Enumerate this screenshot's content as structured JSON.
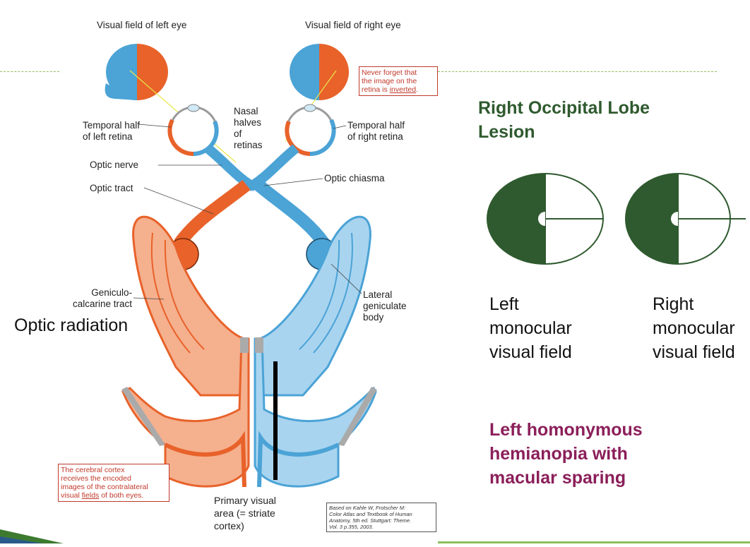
{
  "diagram": {
    "visual_field_left_eye": "Visual field of left eye",
    "visual_field_right_eye": "Visual field of right eye",
    "warning_box": {
      "line1": "Never forget that",
      "line2": "the image on the",
      "line3a": "retina is ",
      "line3b": "inverted",
      "line3c": "."
    },
    "temporal_left_1": "Temporal half",
    "temporal_left_2": "of left retina",
    "nasal_1": "Nasal",
    "nasal_2": "halves",
    "nasal_3": "of",
    "nasal_4": "retinas",
    "temporal_right_1": "Temporal half",
    "temporal_right_2": "of right retina",
    "optic_nerve": "Optic nerve",
    "optic_chiasma": "Optic chiasma",
    "optic_tract": "Optic tract",
    "geniculo_1": "Geniculo-",
    "geniculo_2": "calcarine tract",
    "lgb_1": "Lateral",
    "lgb_2": "geniculate",
    "lgb_3": "body",
    "cortex_box": {
      "l1": "The cerebral cortex",
      "l2": "receives the encoded",
      "l3": "images of the contralateral",
      "l4a": "visual ",
      "l4b": "fields",
      "l4c": " of both eyes."
    },
    "primary_1": "Primary visual",
    "primary_2": "area (= striate",
    "primary_3": "cortex)",
    "citation": {
      "l1": "Based on Kahle W, Frotscher M:",
      "l2": "Color Atlas and Textbook of Human",
      "l3": "Anatomy, 5th ed. Stuttgart: Theme.",
      "l4": "Vol. 3 p.355, 2003."
    }
  },
  "optic_radiation": "Optic radiation",
  "slide": {
    "title_line1": "Right Occipital Lobe",
    "title_line2": "Lesion",
    "left_field": {
      "l1": "Left",
      "l2": "monocular",
      "l3": "visual field"
    },
    "right_field": {
      "l1": "Right",
      "l2": "monocular",
      "l3": "visual field"
    },
    "result": {
      "l1": "Left homonymous",
      "l2": "hemianopia with",
      "l3": "macular sparing"
    }
  },
  "colors": {
    "orange": "#e8622a",
    "blue": "#4ba3d6",
    "dark_green": "#2f5a2f",
    "maroon": "#8b1f5a"
  }
}
